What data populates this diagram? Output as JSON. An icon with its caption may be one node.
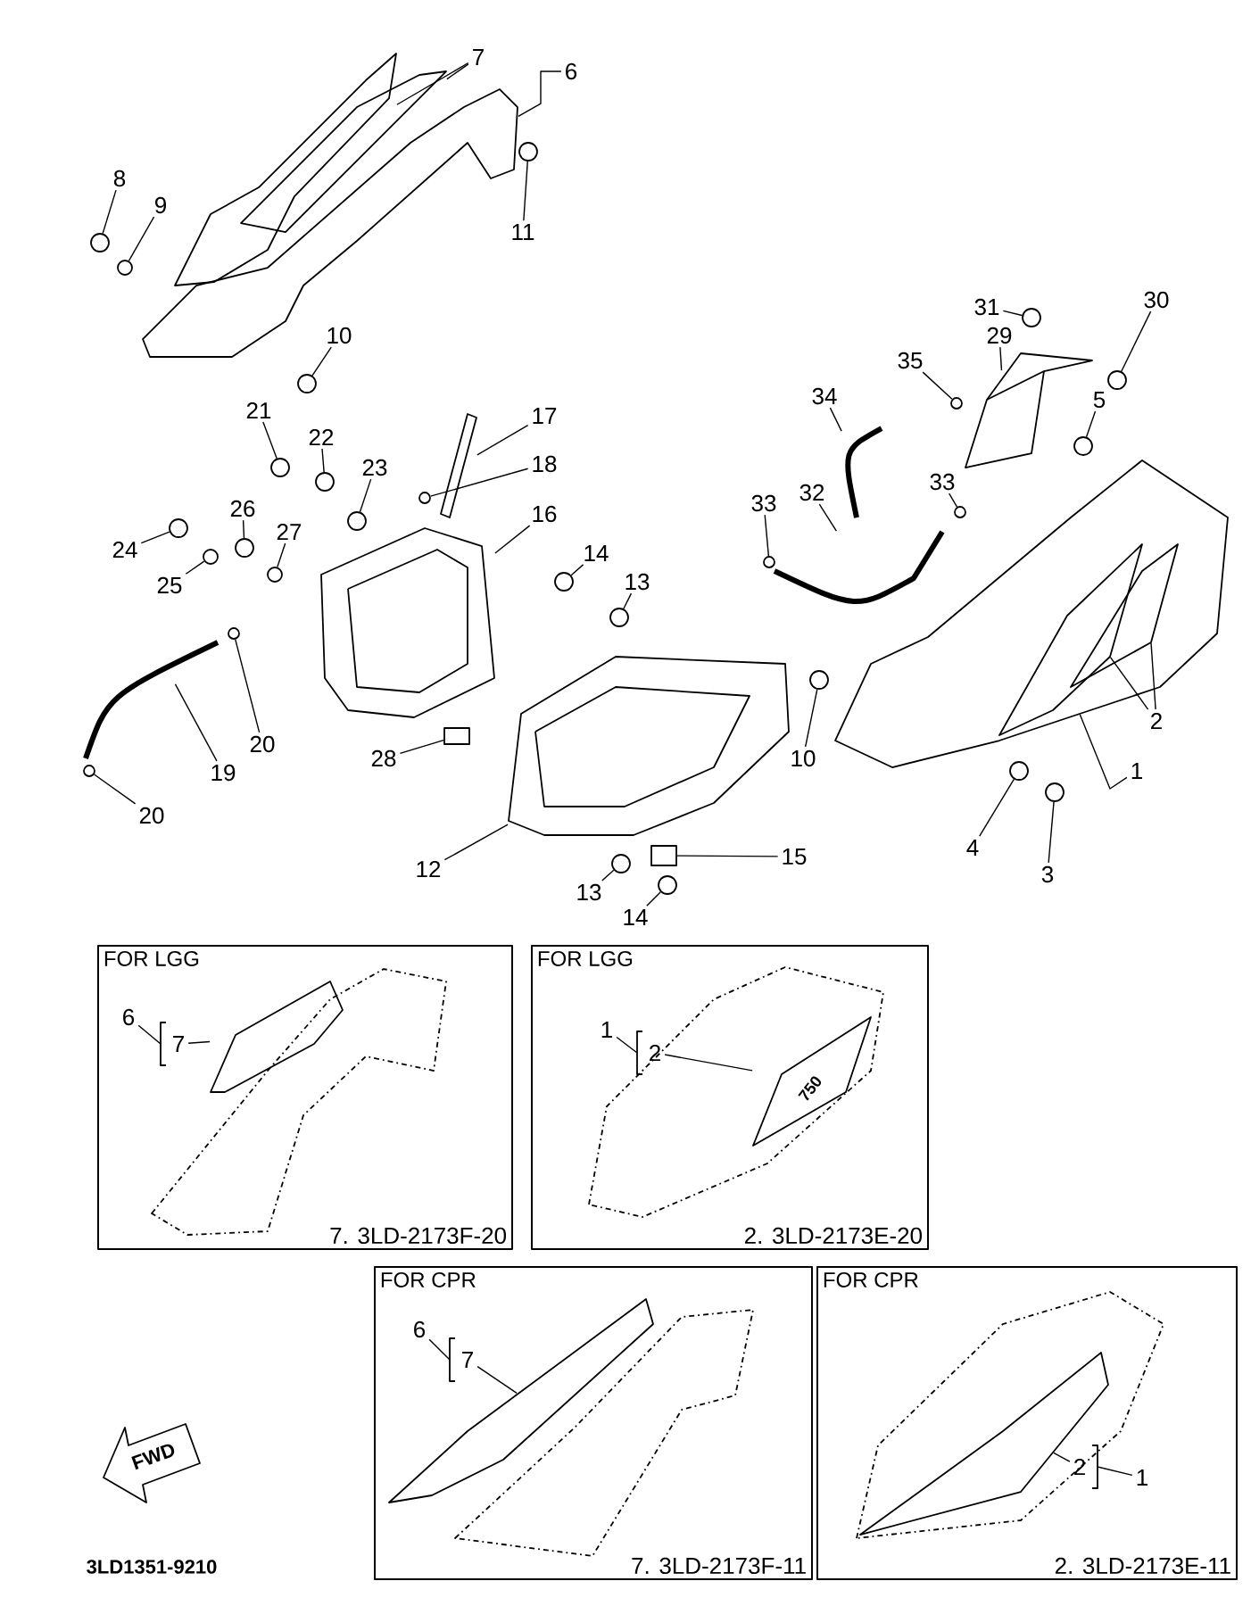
{
  "diagram": {
    "nodes": [
      {
        "text": [
          "7"
        ]
      },
      {
        "text": [
          "6"
        ]
      },
      {
        "text": [
          "8"
        ]
      },
      {
        "text": [
          "9"
        ]
      },
      {
        "text": [
          "11"
        ]
      },
      {
        "text": [
          "31"
        ]
      },
      {
        "text": [
          "30"
        ]
      },
      {
        "text": [
          "10"
        ]
      },
      {
        "text": [
          "29"
        ]
      },
      {
        "text": [
          "35"
        ]
      },
      {
        "text": [
          "17"
        ]
      },
      {
        "text": [
          "21"
        ]
      },
      {
        "text": [
          "34"
        ]
      },
      {
        "text": [
          "5"
        ]
      },
      {
        "text": [
          "22"
        ]
      },
      {
        "text": [
          "18"
        ]
      },
      {
        "text": [
          "23"
        ]
      },
      {
        "text": [
          "33"
        ]
      },
      {
        "text": [
          "33"
        ]
      },
      {
        "text": [
          "26"
        ]
      },
      {
        "text": [
          "16"
        ]
      },
      {
        "text": [
          "32"
        ]
      },
      {
        "text": [
          "27"
        ]
      },
      {
        "text": [
          "24"
        ]
      },
      {
        "text": [
          "14"
        ]
      },
      {
        "text": [
          "13"
        ]
      },
      {
        "text": [
          "25"
        ]
      },
      {
        "text": [
          "2"
        ]
      },
      {
        "text": [
          "20"
        ]
      },
      {
        "text": [
          "28"
        ]
      },
      {
        "text": [
          "10"
        ]
      },
      {
        "text": [
          "1"
        ]
      },
      {
        "text": [
          "19"
        ]
      },
      {
        "text": [
          "20"
        ]
      },
      {
        "text": [
          "15"
        ]
      },
      {
        "text": [
          "4"
        ]
      },
      {
        "text": [
          "12"
        ]
      },
      {
        "text": [
          "3"
        ]
      },
      {
        "text": [
          "13"
        ]
      },
      {
        "text": [
          "14"
        ]
      },
      {
        "text": [
          "FOR LGG",
          "7. 3LD-2173F-20"
        ]
      },
      {
        "text": [
          "6"
        ],
        "in": 40
      },
      {
        "text": [
          "7"
        ],
        "in": 40
      },
      {
        "text": [
          "FOR LGG",
          "2. 3LD-2173E-20"
        ]
      },
      {
        "text": [
          "1"
        ],
        "in": 43
      },
      {
        "text": [
          "2"
        ],
        "in": 43
      },
      {
        "text": [
          "FOR CPR",
          "7. 3LD-2173F-11"
        ]
      },
      {
        "text": [
          "6"
        ],
        "in": 46
      },
      {
        "text": [
          "7"
        ],
        "in": 46
      },
      {
        "text": [
          "FOR CPR",
          "2. 3LD-2173E-11"
        ]
      },
      {
        "text": [
          "2"
        ],
        "in": 49
      },
      {
        "text": [
          "1"
        ],
        "in": 49
      },
      {
        "text": [],
        "shape": "picture"
      },
      {
        "text": [],
        "shape": "picture"
      },
      {
        "text": [],
        "shape": "picture"
      },
      {
        "text": [],
        "shape": "circle"
      },
      {
        "text": [],
        "shape": "circle"
      },
      {
        "text": [],
        "shape": "circle"
      },
      {
        "text": [],
        "shape": "circle"
      },
      {
        "text": [],
        "shape": "circle"
      },
      {
        "text": [],
        "shape": "circle"
      },
      {
        "text": [],
        "shape": "picture"
      },
      {
        "text": [],
        "shape": "circle"
      },
      {
        "text": [],
        "shape": "picture"
      },
      {
        "text": [],
        "shape": "circle"
      },
      {
        "text": [],
        "shape": "picture"
      },
      {
        "text": [],
        "shape": "circle"
      },
      {
        "text": [],
        "shape": "circle"
      },
      {
        "text": [],
        "shape": "circle"
      },
      {
        "text": [],
        "shape": "circle"
      },
      {
        "text": [],
        "shape": "circle"
      },
      {
        "text": [],
        "shape": "circle"
      },
      {
        "text": [],
        "shape": "circle"
      },
      {
        "text": [],
        "shape": "picture"
      },
      {
        "text": [],
        "shape": "picture"
      },
      {
        "text": [],
        "shape": "circle"
      },
      {
        "text": [],
        "shape": "circle"
      },
      {
        "text": [],
        "shape": "circle"
      },
      {
        "text": [],
        "shape": "circle"
      },
      {
        "text": [],
        "shape": "circle"
      },
      {
        "text": [],
        "shape": "picture"
      },
      {
        "text": [],
        "shape": "picture",
        "in": 80
      },
      {
        "text": [],
        "shape": "picture",
        "in": 80
      },
      {
        "text": [],
        "shape": "circle"
      },
      {
        "text": [],
        "shape": "box"
      },
      {
        "text": [],
        "shape": "circle"
      },
      {
        "text": [],
        "shape": "picture"
      },
      {
        "text": [],
        "shape": "circle"
      },
      {
        "text": [],
        "shape": "box"
      },
      {
        "text": [],
        "shape": "circle"
      },
      {
        "text": [],
        "shape": "picture"
      },
      {
        "text": [],
        "shape": "circle"
      },
      {
        "text": [],
        "shape": "circle"
      },
      {
        "text": [],
        "shape": "circle"
      },
      {
        "text": [],
        "shape": "picture",
        "in": 40
      },
      {
        "text": [],
        "shape": "picture",
        "in": 43
      },
      {
        "text": [],
        "shape": "picture",
        "in": 46
      },
      {
        "text": [],
        "shape": "picture",
        "in": 49
      }
    ],
    "edges": [
      {
        "from": 0,
        "to": 52,
        "arrow": "none"
      },
      {
        "from": 0,
        "to": 53,
        "arrow": "none"
      },
      {
        "from": 1,
        "to": 54,
        "arrow": "none"
      },
      {
        "from": 2,
        "to": 55,
        "arrow": "none"
      },
      {
        "from": 3,
        "to": 56,
        "arrow": "none"
      },
      {
        "from": 4,
        "to": 57,
        "arrow": "none"
      },
      {
        "from": 5,
        "to": 59,
        "arrow": "none"
      },
      {
        "from": 6,
        "to": 60,
        "arrow": "none"
      },
      {
        "from": 7,
        "to": 58,
        "arrow": "none"
      },
      {
        "from": 8,
        "to": 61,
        "arrow": "none"
      },
      {
        "from": 9,
        "to": 62,
        "arrow": "none"
      },
      {
        "from": 10,
        "to": 63,
        "arrow": "none"
      },
      {
        "from": 11,
        "to": 64,
        "arrow": "none"
      },
      {
        "from": 12,
        "to": 65,
        "arrow": "none"
      },
      {
        "from": 13,
        "to": 66,
        "arrow": "none"
      },
      {
        "from": 14,
        "to": 67,
        "arrow": "none"
      },
      {
        "from": 15,
        "to": 68,
        "arrow": "none"
      },
      {
        "from": 16,
        "to": 69,
        "arrow": "none"
      },
      {
        "from": 17,
        "to": 70,
        "arrow": "none"
      },
      {
        "from": 18,
        "to": 71,
        "arrow": "none"
      },
      {
        "from": 19,
        "to": 72,
        "arrow": "none"
      },
      {
        "from": 20,
        "to": 73,
        "arrow": "none"
      },
      {
        "from": 21,
        "to": 74,
        "arrow": "none"
      },
      {
        "from": 22,
        "to": 75,
        "arrow": "none"
      },
      {
        "from": 23,
        "to": 76,
        "arrow": "none"
      },
      {
        "from": 24,
        "to": 77,
        "arrow": "none"
      },
      {
        "from": 25,
        "to": 78,
        "arrow": "none"
      },
      {
        "from": 26,
        "to": 79,
        "arrow": "none"
      },
      {
        "from": 27,
        "to": 81,
        "arrow": "none"
      },
      {
        "from": 27,
        "to": 82,
        "arrow": "none"
      },
      {
        "from": 28,
        "to": 83,
        "arrow": "none"
      },
      {
        "from": 29,
        "to": 84,
        "arrow": "none"
      },
      {
        "from": 30,
        "to": 85,
        "arrow": "none"
      },
      {
        "from": 31,
        "to": 80,
        "arrow": "none"
      },
      {
        "from": 32,
        "to": 86,
        "arrow": "none"
      },
      {
        "from": 33,
        "to": 87,
        "arrow": "none"
      },
      {
        "from": 34,
        "to": 88,
        "arrow": "none"
      },
      {
        "from": 35,
        "to": 89,
        "arrow": "none"
      },
      {
        "from": 36,
        "to": 90,
        "arrow": "none"
      },
      {
        "from": 37,
        "to": 91,
        "arrow": "none"
      },
      {
        "from": 38,
        "to": 92,
        "arrow": "none"
      },
      {
        "from": 39,
        "to": 93,
        "arrow": "none"
      },
      {
        "from": 41,
        "to": 42,
        "arrow": "none"
      },
      {
        "from": 42,
        "to": 94,
        "arrow": "none"
      },
      {
        "from": 44,
        "to": 45,
        "arrow": "none"
      },
      {
        "from": 45,
        "to": 95,
        "arrow": "none"
      },
      {
        "from": 47,
        "to": 48,
        "arrow": "none"
      },
      {
        "from": 48,
        "to": 96,
        "arrow": "none"
      },
      {
        "from": 51,
        "to": 50,
        "arrow": "none"
      },
      {
        "from": 50,
        "to": 97,
        "arrow": "none"
      }
    ],
    "labels": [
      "750",
      "FWD",
      "3LD1351-9210"
    ]
  }
}
